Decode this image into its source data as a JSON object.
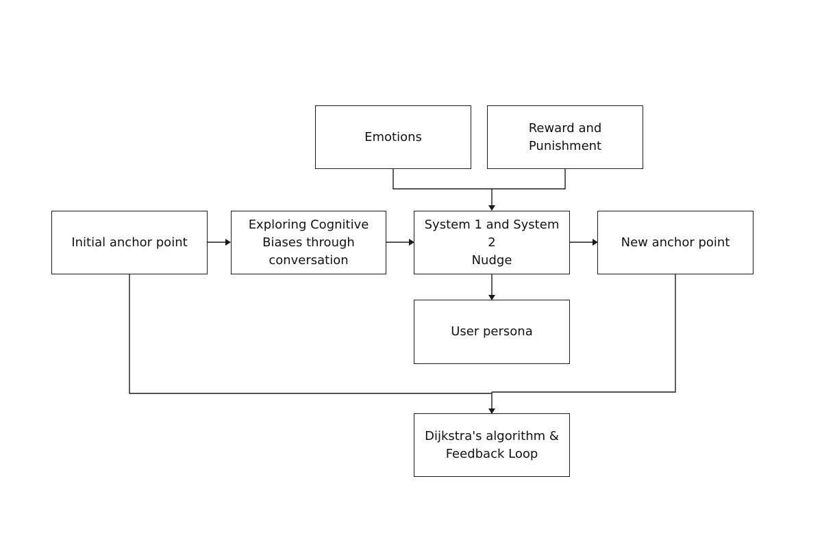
{
  "diagram": {
    "nodes": {
      "emotions": "Emotions",
      "reward": "Reward and\nPunishment",
      "initial_anchor": "Initial anchor point",
      "exploring": "Exploring Cognitive\nBiases through\nconversation",
      "system_nudge": "System 1 and System 2\nNudge",
      "new_anchor": "New anchor point",
      "user_persona": "User persona",
      "dijkstra": "Dijkstra's algorithm &\nFeedback Loop"
    },
    "colors": {
      "stroke": "#1a1a1a",
      "text": "#111111",
      "background": "#ffffff"
    }
  }
}
